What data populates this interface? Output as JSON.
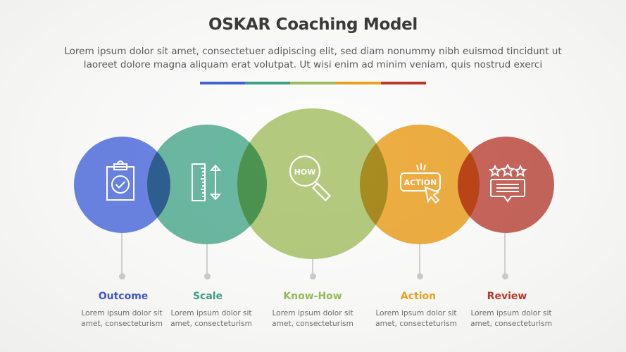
{
  "header": {
    "title": "OSKAR Coaching Model",
    "subtitle_line1": "Lorem ipsum dolor sit amet, consectetuer adipiscing elit, sed diam nonummy nibh euismod tincidunt ut",
    "subtitle_line2": "laoreet dolore magna aliquam erat volutpat. Ut wisi enim ad minim veniam, quis nostrud exerci"
  },
  "colorbar": [
    "#3f63d3",
    "#3fa08a",
    "#9dbd5a",
    "#e99f1f",
    "#b83a2c"
  ],
  "steps": [
    {
      "label": "Outcome",
      "icon": "clipboard-check-icon",
      "color": "#6b84e6",
      "label_color": "#3e56cc",
      "desc_line1": "Lorem ipsum dolor sit",
      "desc_line2": "amet, consecteturism"
    },
    {
      "label": "Scale",
      "icon": "ruler-arrows-icon",
      "color": "#6cbaa3",
      "label_color": "#3b9a7f",
      "desc_line1": "Lorem ipsum dolor sit",
      "desc_line2": "amet, consecteturism"
    },
    {
      "label": "Know-How",
      "icon": "magnifier-how-icon",
      "icon_text": "HOW",
      "color": "#b5cc80",
      "label_color": "#94b85a",
      "desc_line1": "Lorem ipsum dolor sit",
      "desc_line2": "amet, consecteturism"
    },
    {
      "label": "Action",
      "icon": "action-button-cursor-icon",
      "icon_text": "ACTION",
      "color": "#f0b043",
      "label_color": "#e89f1c",
      "desc_line1": "Lorem ipsum dolor sit",
      "desc_line2": "amet, consecteturism"
    },
    {
      "label": "Review",
      "icon": "stars-review-bubble-icon",
      "color": "#c9665d",
      "label_color": "#b3392b",
      "desc_line1": "Lorem ipsum dolor sit",
      "desc_line2": "amet, consecteturism"
    }
  ]
}
